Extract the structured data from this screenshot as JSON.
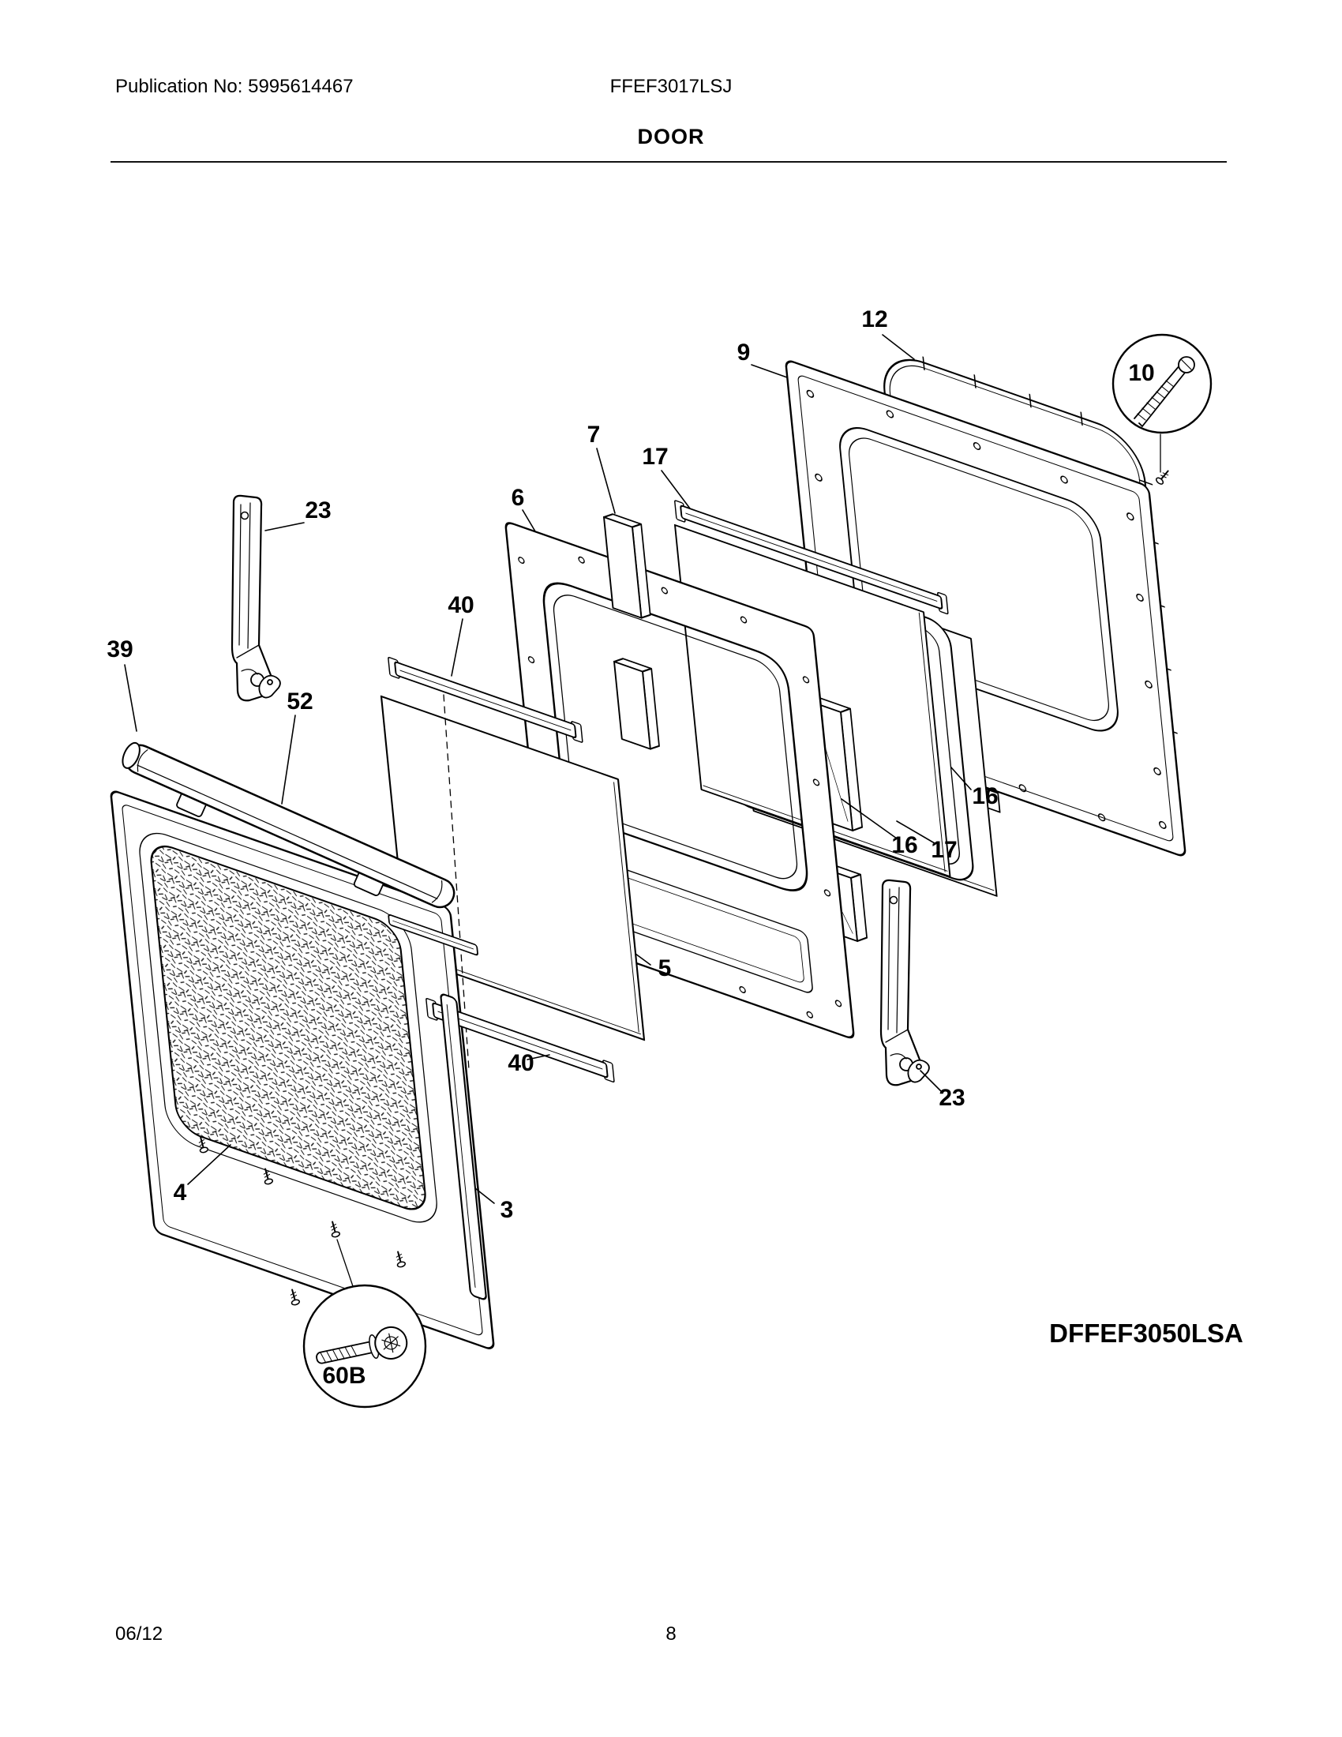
{
  "page": {
    "paper_color": "#ffffff",
    "ink_color": "#000000"
  },
  "header": {
    "publication": "Publication No: 5995614467",
    "model": "FFEF3017LSJ",
    "section_title": "DOOR"
  },
  "footer": {
    "date": "06/12",
    "page_number": "8"
  },
  "diagram": {
    "variant_model": "DFFEF3050LSA",
    "callouts": [
      {
        "id": "12",
        "label": "12"
      },
      {
        "id": "9",
        "label": "9"
      },
      {
        "id": "10",
        "label": "10"
      },
      {
        "id": "7",
        "label": "7"
      },
      {
        "id": "17-top",
        "label": "17"
      },
      {
        "id": "6",
        "label": "6"
      },
      {
        "id": "23-left",
        "label": "23"
      },
      {
        "id": "40-top",
        "label": "40"
      },
      {
        "id": "39",
        "label": "39"
      },
      {
        "id": "52",
        "label": "52"
      },
      {
        "id": "16-right",
        "label": "16"
      },
      {
        "id": "16-bottom",
        "label": "16"
      },
      {
        "id": "17-bottom",
        "label": "17"
      },
      {
        "id": "5",
        "label": "5"
      },
      {
        "id": "40-bottom",
        "label": "40"
      },
      {
        "id": "4",
        "label": "4"
      },
      {
        "id": "3",
        "label": "3"
      },
      {
        "id": "23-right",
        "label": "23"
      },
      {
        "id": "60B",
        "label": "60B"
      }
    ]
  }
}
